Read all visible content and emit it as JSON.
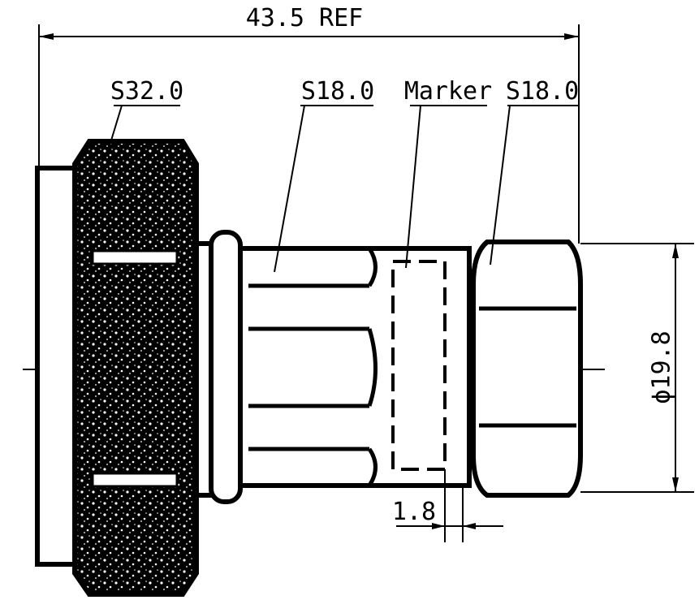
{
  "drawing": {
    "overall_length_label": "43.5 REF",
    "hex_nut_label": "S32.0",
    "body_hex_label": "S18.0",
    "marker_label": "Marker",
    "rear_hex_label": "S18.0",
    "diameter_label": "ϕ19.8",
    "gap_label": "1.8"
  },
  "colors": {
    "line": "#000000",
    "background": "#ffffff"
  }
}
